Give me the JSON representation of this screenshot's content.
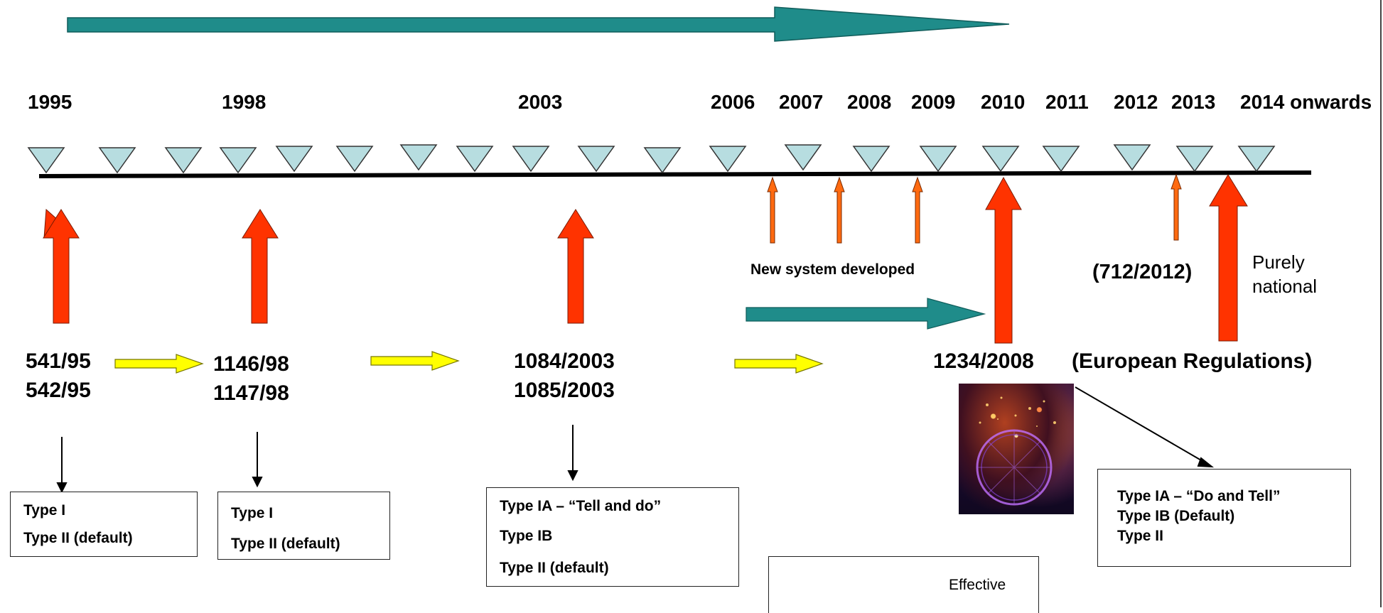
{
  "years": [
    "1995",
    "1998",
    "2003",
    "2006",
    "2007",
    "2008",
    "2009",
    "2010",
    "2011",
    "2012",
    "2013",
    "2014 onwards"
  ],
  "regulations": {
    "r95a": "541/95",
    "r95b": "542/95",
    "r98a": "1146/98",
    "r98b": "1147/98",
    "r03a": "1084/2003",
    "r03b": "1085/2003",
    "r08": "1234/2008",
    "european": "(European Regulations)",
    "r12": "(712/2012)"
  },
  "labels": {
    "new_system": "New system developed",
    "purely_national_1": "Purely",
    "purely_national_2": "national"
  },
  "boxes": {
    "b95": [
      "Type I",
      "Type II (default)"
    ],
    "b98": [
      "Type I",
      "Type II (default)"
    ],
    "b03": [
      "Type IA – “Tell and do”",
      "Type IB",
      "Type II (default)"
    ],
    "b08": [
      "Type IA – “Do and Tell”",
      "Type IB (Default)",
      "Type II"
    ]
  },
  "legend": {
    "effective": "Effective"
  },
  "colors": {
    "teal": "#1f8c8a",
    "red": "#ff3300",
    "orange": "#ff6a10",
    "yellow": "#ffff00",
    "triangle": "#b7dde0"
  },
  "icons": {
    "photo": "fireworks-london-eye-photo"
  }
}
